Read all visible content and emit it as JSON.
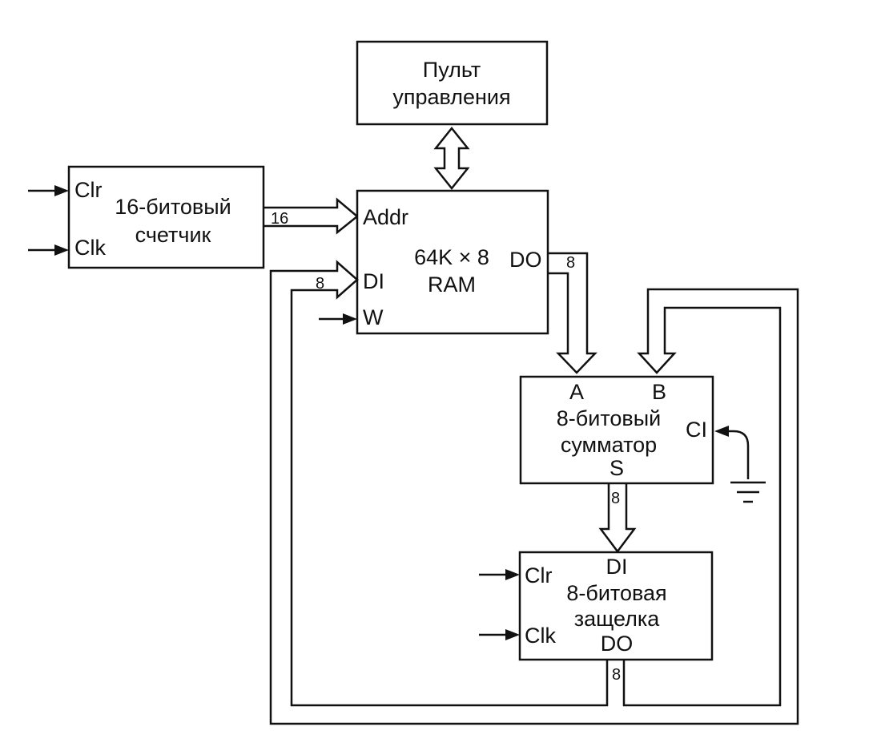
{
  "control_panel": {
    "line1": "Пульт",
    "line2": "управления"
  },
  "counter": {
    "clr": "Clr",
    "clk": "Clk",
    "line1": "16-битовый",
    "line2": "счетчик"
  },
  "ram": {
    "addr": "Addr",
    "di": "DI",
    "w": "W",
    "do": "DO",
    "line1": "64K × 8",
    "line2": "RAM"
  },
  "adder": {
    "a": "A",
    "b": "B",
    "ci": "CI",
    "s": "S",
    "line1": "8-битовый",
    "line2": "сумматор"
  },
  "latch": {
    "di": "DI",
    "clr": "Clr",
    "clk": "Clk",
    "do": "DO",
    "line1": "8-битовая",
    "line2": "защелка"
  },
  "bus_widths": {
    "counter_to_ram": "16",
    "feedback_to_ram_di": "8",
    "ram_do_to_adder": "8",
    "adder_to_latch": "8",
    "latch_out": "8"
  }
}
